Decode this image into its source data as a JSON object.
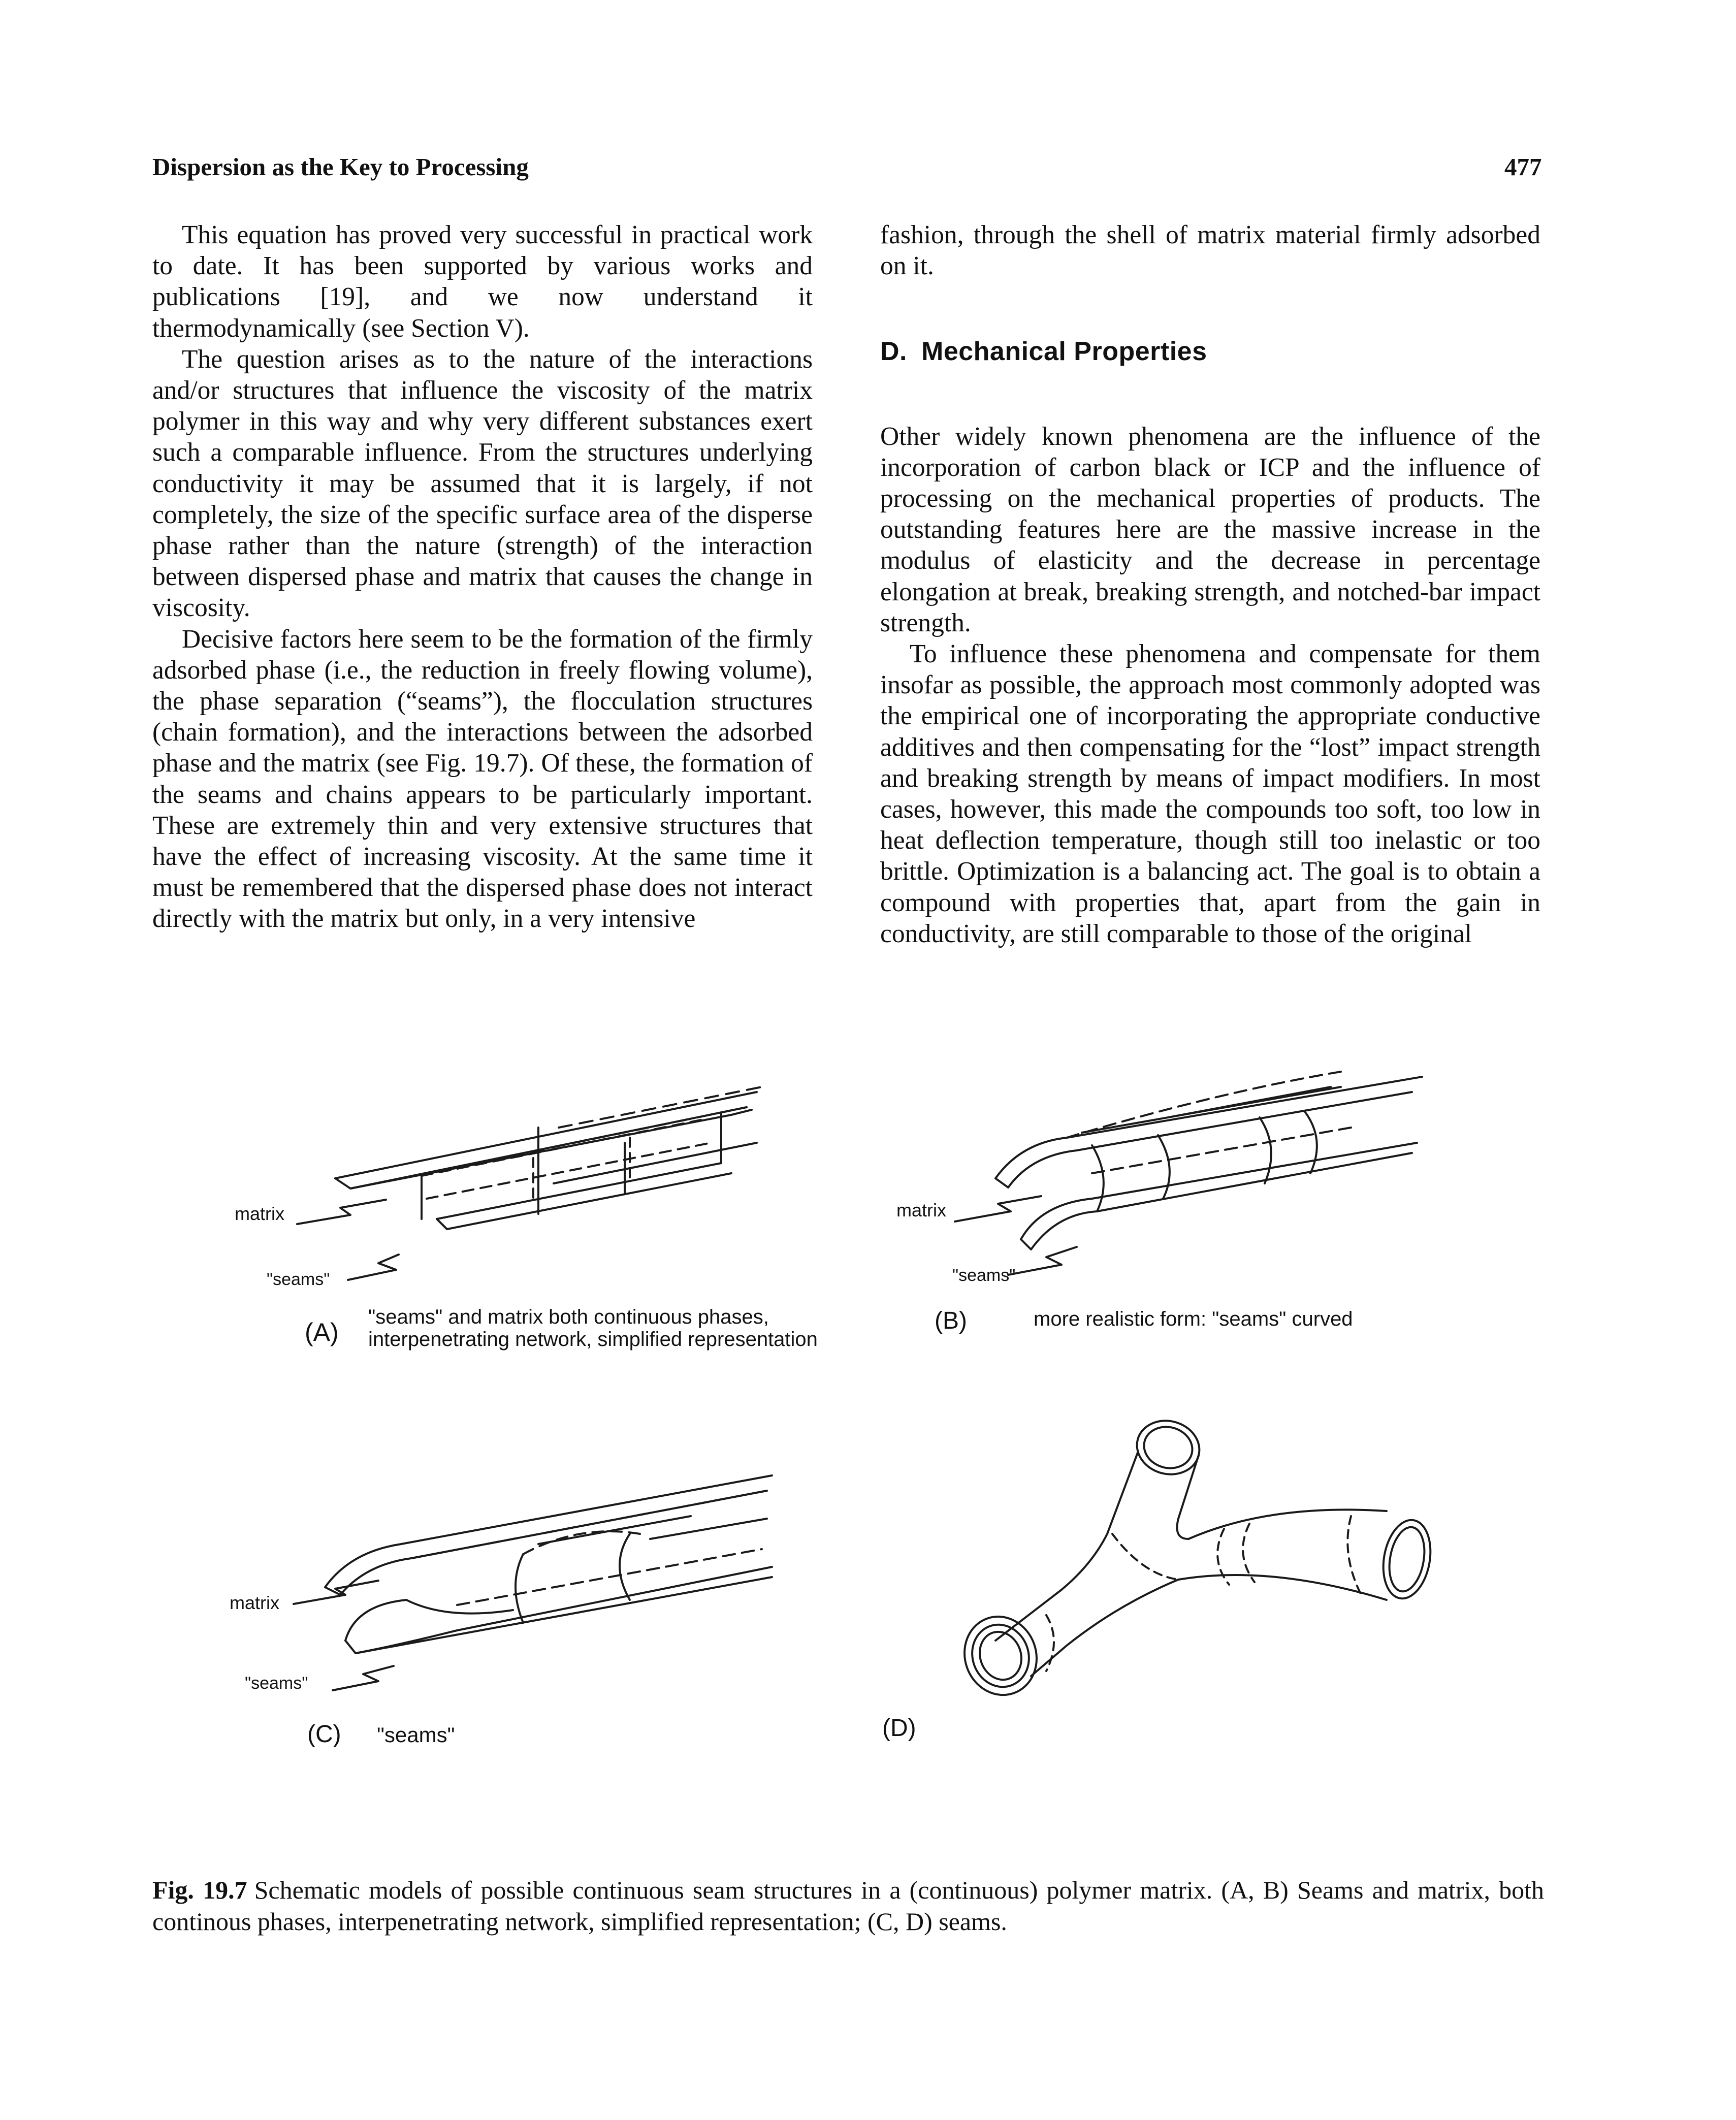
{
  "header": {
    "running_title": "Dispersion as the Key to Processing",
    "page_number": "477"
  },
  "left_column": {
    "paragraphs": [
      "This equation has proved very successful in practical work to date. It has been supported by various works and publications [19], and we now understand it thermodynamically (see Section V).",
      "The question arises as to the nature of the interactions and/or structures that influence the viscosity of the matrix polymer in this way and why very different substances exert such a comparable influence. From the structures underlying conductivity it may be assumed that it is largely, if not completely, the size of the specific surface area of the disperse phase rather than the nature (strength) of the interaction between dispersed phase and matrix that causes the change in viscosity.",
      "Decisive factors here seem to be the formation of the firmly adsorbed phase (i.e., the reduction in freely flowing volume), the phase separation (“seams”), the flocculation structures (chain formation), and the interactions between the adsorbed phase and the matrix (see Fig. 19.7). Of these, the formation of the seams and chains appears to be particularly important. These are extremely thin and very extensive structures that have the effect of increasing viscosity. At the same time it must be remembered that the dispersed phase does not interact directly with the matrix but only, in a very intensive"
    ]
  },
  "right_column": {
    "continuation": "fashion, through the shell of matrix material firmly adsorbed on it.",
    "section_letter": "D.",
    "section_title": "Mechanical Properties",
    "paragraphs": [
      "Other widely known phenomena are the influence of the incorporation of carbon black or ICP and the influence of processing on the mechanical properties of products. The outstanding features here are the massive increase in the modulus of elasticity and the decrease in percentage elongation at break, breaking strength, and notched-bar impact strength.",
      "To influence these phenomena and compensate for them insofar as possible, the approach most commonly adopted was the empirical one of incorporating the appropriate conductive additives and then compensating for the “lost” impact strength and breaking strength by means of impact modifiers. In most cases, however, this made the compounds too soft, too low in heat deflection temperature, though still too inelastic or too brittle. Optimization is a balancing act. The goal is to obtain a compound with properties that, apart from the gain in conductivity, are still comparable to those of the original"
    ]
  },
  "figure": {
    "panel_a": {
      "letter": "(A)",
      "matrix_label": "matrix",
      "seams_label": "\"seams\"",
      "caption_line1": "\"seams\" and matrix both continuous phases,",
      "caption_line2": "interpenetrating network, simplified representation"
    },
    "panel_b": {
      "letter": "(B)",
      "matrix_label": "matrix",
      "seams_label": "\"seams\"",
      "caption": "more realistic form: \"seams\" curved"
    },
    "panel_c": {
      "letter": "(C)",
      "matrix_label": "matrix",
      "seams_label": "\"seams\"",
      "caption": "\"seams\""
    },
    "panel_d": {
      "letter": "(D)"
    }
  },
  "caption": {
    "label": "Fig. 19.7",
    "text": "Schematic models of possible continuous seam structures in a (continuous) polymer matrix. (A, B) Seams and matrix, both continous phases, interpenetrating network, simplified representation; (C, D) seams."
  }
}
